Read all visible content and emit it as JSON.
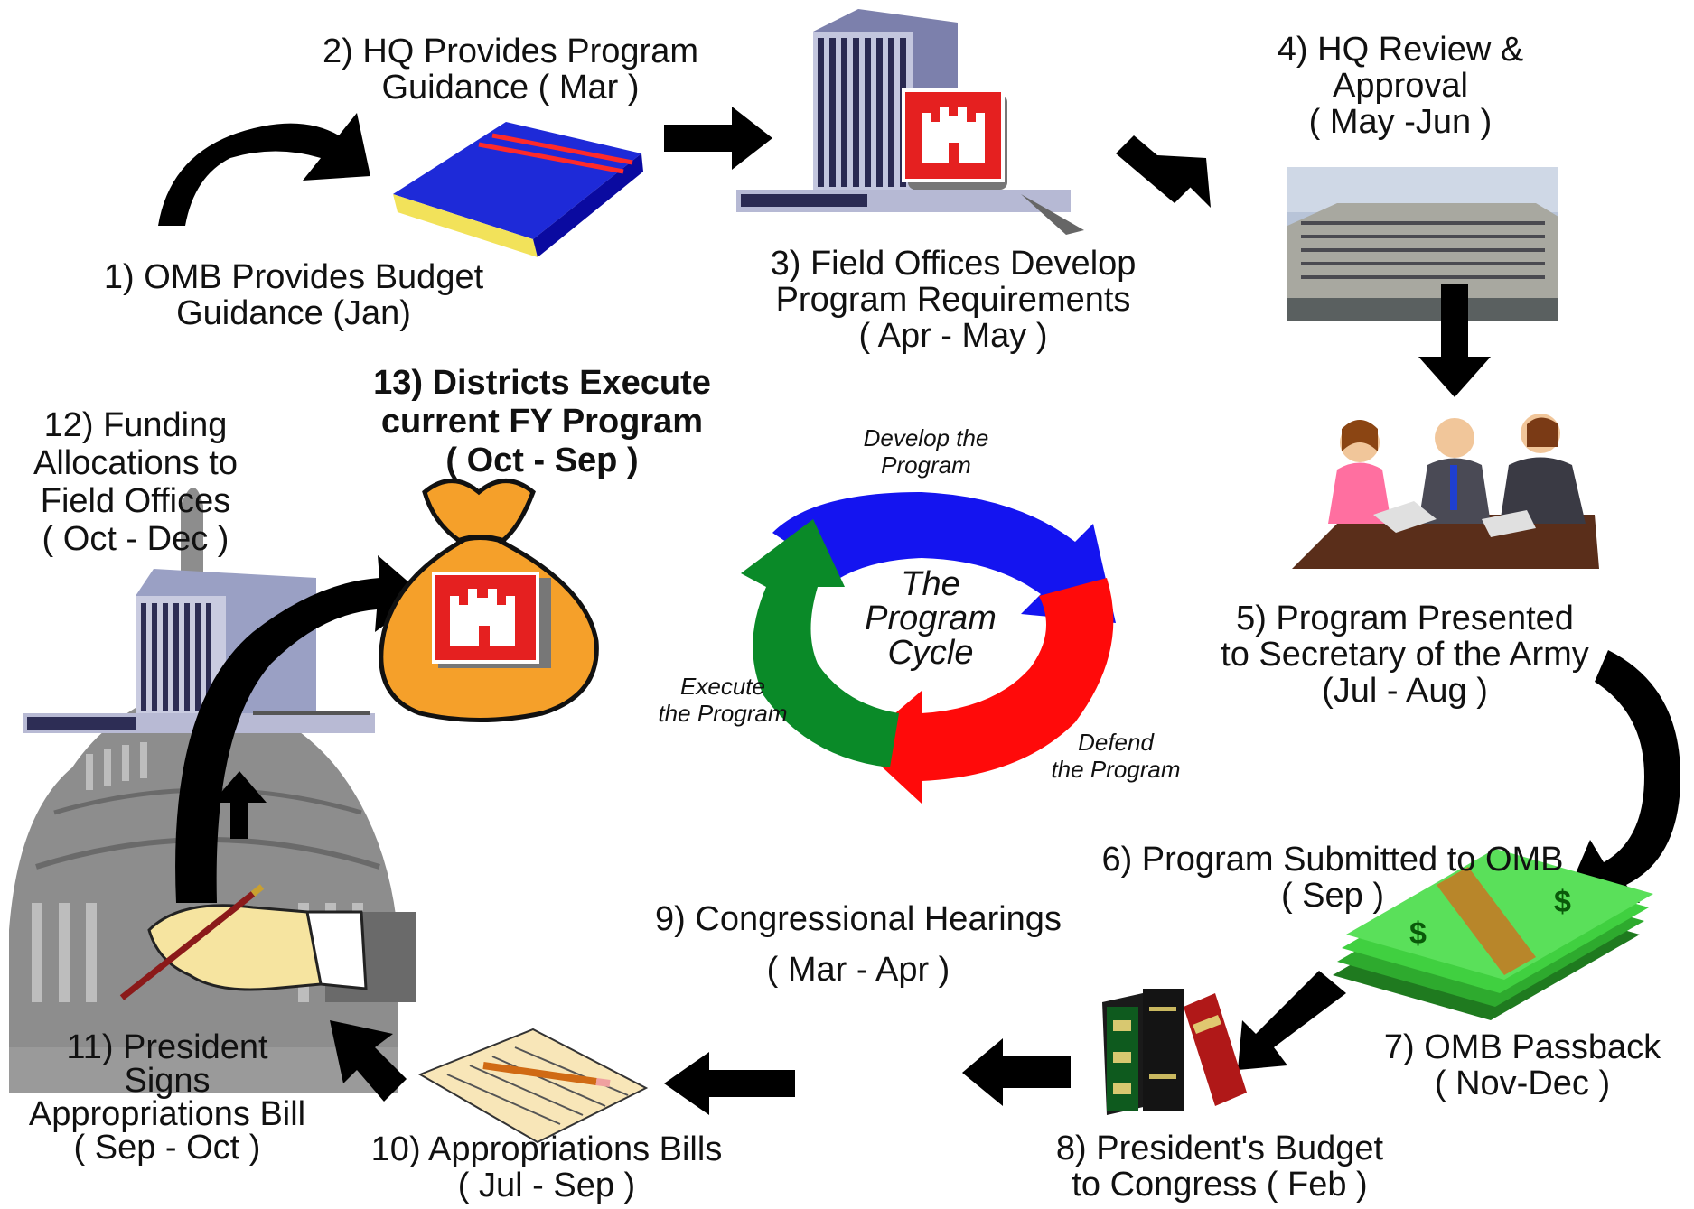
{
  "steps": {
    "s1": [
      "1)  OMB Provides Budget",
      "Guidance (Jan)"
    ],
    "s2": [
      "2)  HQ Provides Program",
      "Guidance ( Mar )"
    ],
    "s3": [
      "3)  Field Offices Develop",
      "Program Requirements",
      "( Apr  - May  )"
    ],
    "s4": [
      "4)  HQ Review &",
      "Approval",
      "( May -Jun )"
    ],
    "s5": [
      "5)  Program Presented",
      "to Secretary of the  Army",
      "(Jul - Aug )"
    ],
    "s6": [
      "6)  Program Submitted to OMB",
      "( Sep )"
    ],
    "s7": [
      "7)  OMB Passback",
      "( Nov-Dec )"
    ],
    "s8": [
      "8)  President's Budget",
      "to Congress ( Feb )"
    ],
    "s9": [
      "9)  Congressional Hearings",
      "( Mar - Apr )"
    ],
    "s10": [
      "10)  Appropriations Bills",
      "( Jul - Sep )"
    ],
    "s11": [
      "11)  President",
      "Signs",
      "Appropriations Bill",
      "( Sep - Oct )"
    ],
    "s12": [
      "12)  Funding",
      "Allocations to",
      "Field Offices",
      "( Oct - Dec )"
    ],
    "s13": [
      "13)  Districts Execute",
      "current FY Program",
      "( Oct - Sep )"
    ]
  },
  "cycle": {
    "title": [
      "The",
      "Program",
      "Cycle"
    ],
    "develop": [
      "Develop the",
      "Program"
    ],
    "defend": [
      "Defend",
      "the Program"
    ],
    "execute": [
      "Execute",
      "the Program"
    ],
    "colors": {
      "develop": "#1414f0",
      "defend": "#ff0a0a",
      "execute": "#0a8a28"
    }
  },
  "icons": [
    "book-icon",
    "field-office-building-icon",
    "hq-building-photo-icon",
    "meeting-people-icon",
    "money-stack-icon",
    "books-icon",
    "notepad-pencil-icon",
    "hand-signing-icon",
    "capitol-dome-icon",
    "money-bag-icon",
    "castle-logo-icon"
  ]
}
